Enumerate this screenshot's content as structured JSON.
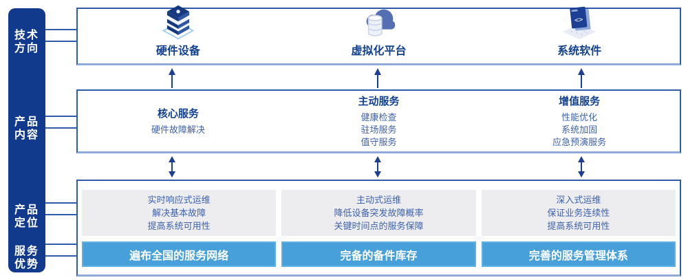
{
  "colors": {
    "sidebar_navy": "#113a8c",
    "panel_border": "#2d5aa9",
    "panel_border_light": "#8fa9da",
    "title_navy": "#12418f",
    "body_blue": "#3f62ab",
    "gray_panel": "#ededef",
    "bar_blue": "#47a0d9",
    "arrow_navy": "#1c3f94"
  },
  "sidebar": {
    "groups": [
      {
        "lines": [
          "技术",
          "方向"
        ]
      },
      {
        "lines": [
          "产品",
          "内容"
        ]
      },
      {
        "lines": [
          "产品",
          "定位"
        ]
      },
      {
        "lines": [
          "服务",
          "优势"
        ]
      }
    ]
  },
  "tech_row": {
    "items": [
      {
        "label": "硬件设备",
        "icon": "server-stack-icon"
      },
      {
        "label": "虚拟化平台",
        "icon": "cloud-database-icon"
      },
      {
        "label": "系统软件",
        "icon": "code-screen-icon"
      }
    ]
  },
  "services_row": {
    "columns": [
      {
        "title": "核心服务",
        "items": [
          "硬件故障解决",
          "",
          ""
        ]
      },
      {
        "title": "主动服务",
        "items": [
          "健康检查",
          "驻场服务",
          "值守服务"
        ]
      },
      {
        "title": "增值服务",
        "items": [
          "性能优化",
          "系统加固",
          "应急预演服务"
        ]
      }
    ]
  },
  "positioning_row": {
    "columns": [
      {
        "points": [
          "实时响应式运维",
          "解决基本故障",
          "提高系统可用性"
        ],
        "advantage": "遍布全国的服务网络"
      },
      {
        "points": [
          "主动式运维",
          "降低设备突发故障概率",
          "关键时间点的服务保障"
        ],
        "advantage": "完备的备件库存"
      },
      {
        "points": [
          "深入式运维",
          "保证业务连续性",
          "提高系统可用性"
        ],
        "advantage": "完善的服务管理体系"
      }
    ]
  }
}
